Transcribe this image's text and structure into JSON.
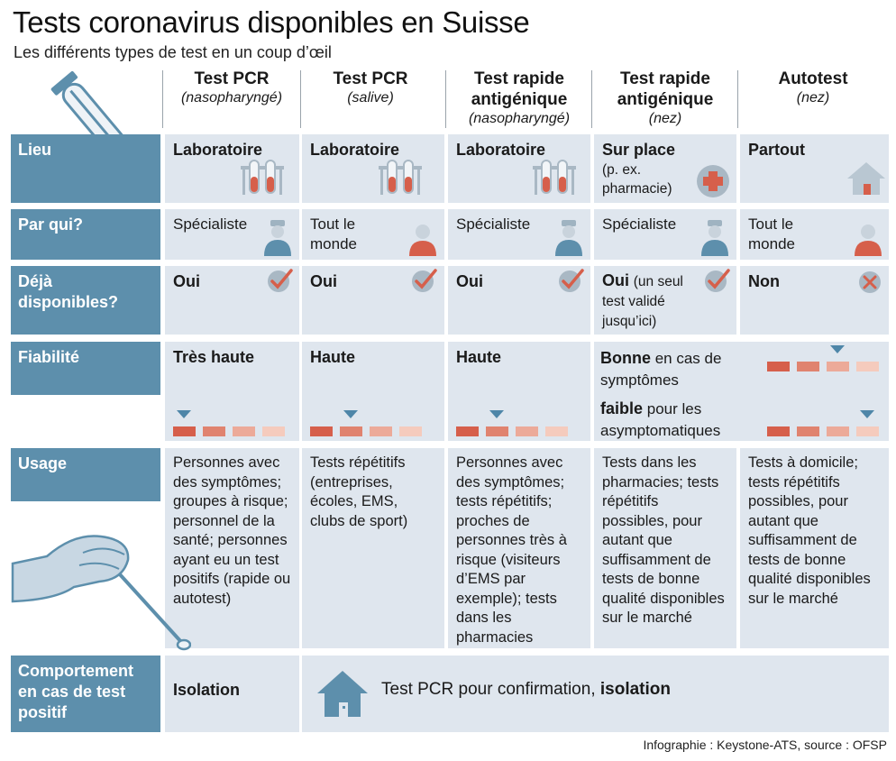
{
  "title": "Tests coronavirus disponibles en Suisse",
  "subtitle": "Les différents types de test en un coup d’œil",
  "columns": [
    {
      "name": "Test PCR",
      "sub": "(nasopharyngé)"
    },
    {
      "name": "Test PCR",
      "sub": "(salive)"
    },
    {
      "name": "Test rapide antigénique",
      "sub": "(nasopharyngé)"
    },
    {
      "name": "Test rapide antigénique",
      "sub": "(nez)"
    },
    {
      "name": "Autotest",
      "sub": "(nez)"
    }
  ],
  "rows": {
    "lieu": {
      "label": "Lieu",
      "cells": [
        {
          "main": "Laboratoire",
          "icon": "test-tubes-icon"
        },
        {
          "main": "Laboratoire",
          "icon": "test-tubes-icon"
        },
        {
          "main": "Laboratoire",
          "icon": "test-tubes-icon"
        },
        {
          "main": "Sur place",
          "extra": "(p. ex. pharmacie)",
          "icon": "pharmacy-icon"
        },
        {
          "main": "Partout",
          "icon": "house-icon"
        }
      ]
    },
    "parqui": {
      "label": "Par qui?",
      "cells": [
        {
          "text": "Spécialiste",
          "icon": "specialist-icon"
        },
        {
          "text": "Tout le monde",
          "icon": "person-icon"
        },
        {
          "text": "Spécialiste",
          "icon": "specialist-icon"
        },
        {
          "text": "Spécialiste",
          "icon": "specialist-icon"
        },
        {
          "text": "Tout le monde",
          "icon": "person-icon"
        }
      ]
    },
    "disponibles": {
      "label": "Déjà disponibles?",
      "cells": [
        {
          "main": "Oui",
          "icon": "check-icon"
        },
        {
          "main": "Oui",
          "icon": "check-icon"
        },
        {
          "main": "Oui",
          "icon": "check-icon"
        },
        {
          "main": "Oui",
          "extra": "(un seul test validé jusqu’ici)",
          "icon": "check-icon"
        },
        {
          "main": "Non",
          "icon": "cross-icon"
        }
      ]
    },
    "fiabilite": {
      "label": "Fiabilité",
      "cells": [
        {
          "main": "Très haute",
          "level": 1
        },
        {
          "main": "Haute",
          "level": 2
        },
        {
          "main": "Haute",
          "level": 2
        },
        {
          "main1": "Bonne",
          "rest1": " en cas de symptômes",
          "level1": 3,
          "main2": "faible",
          "rest2": " pour les asymptomatiques",
          "level2": 4
        }
      ]
    },
    "usage": {
      "label": "Usage",
      "cells": [
        "Personnes avec des symptômes; groupes à risque; personnel de la santé; personnes ayant eu un test positifs (rapide ou autotest)",
        "Tests répétitifs (entreprises, écoles, EMS, clubs de sport)",
        "Personnes avec des symptômes; tests répétitifs; proches de personnes très à risque (visiteurs d’EMS par exemple); tests dans les pharmacies",
        "Tests dans les pharmacies; tests répétitifs possibles, pour autant que suffisamment de tests de bonne qualité disponibles sur le marché",
        "Tests à domicile; tests répétitifs possibles, pour autant que suffisamment de tests de bonne qualité disponibles sur le marché"
      ]
    },
    "comportement": {
      "label": "Comportement en cas de test positif",
      "cell1": "Isolation",
      "rest_normal": "Test PCR pour confirmation, ",
      "rest_bold": "isolation"
    }
  },
  "colors": {
    "label_bg": "#5d8fac",
    "cell_bg": "#dfe6ee",
    "scale": [
      "#d65f4b",
      "#e0836f",
      "#ecaa99",
      "#f5cbbd"
    ],
    "arrow": "#4e86a8"
  },
  "footer": "Infographie : Keystone-ATS, source : OFSP"
}
